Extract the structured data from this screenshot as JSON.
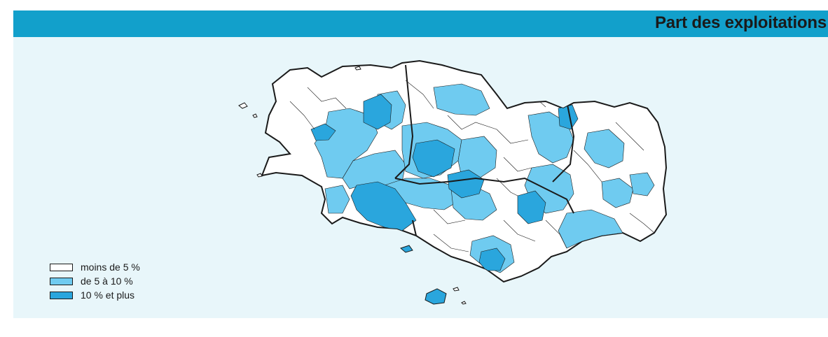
{
  "header": {
    "title": "Part des exploitations"
  },
  "colors": {
    "header_bg": "#12a0cb",
    "panel_bg": "#e8f6fa",
    "class_low": "#ffffff",
    "class_mid": "#6fcbf0",
    "class_high": "#2aa6dd",
    "border": "#1a1a1a"
  },
  "legend": {
    "items": [
      {
        "label": "moins de 5 %",
        "class": "low"
      },
      {
        "label": "de 5 à 10 %",
        "class": "mid"
      },
      {
        "label": "10 % et plus",
        "class": "high"
      }
    ]
  }
}
